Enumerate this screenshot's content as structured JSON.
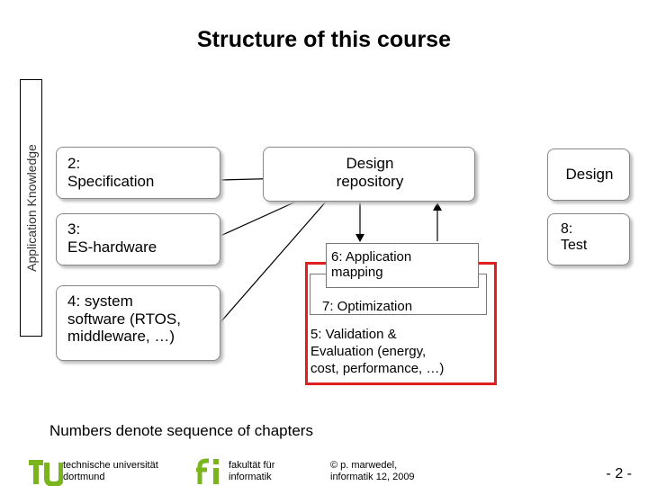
{
  "title": "Structure of this course",
  "sidebar_label": "Application Knowledge",
  "boxes": {
    "spec": "2:\nSpecification",
    "hardware": "3:\nES-hardware",
    "system_software": "4: system\nsoftware (RTOS,\nmiddleware, …)",
    "design_repository": "Design\nrepository",
    "design": "Design",
    "test": "8:\nTest",
    "application_mapping": "6: Application\nmapping",
    "optimization": "7: Optimization",
    "validation": "5: Validation &\nEvaluation  (energy,\ncost, performance, …)"
  },
  "note": "Numbers denote sequence of chapters",
  "footer": {
    "university": "technische universität\ndortmund",
    "faculty": "fakultät für\ninformatik",
    "copyright": "© p. marwedel,\ninformatik 12,  2009",
    "page": "- 2 -"
  },
  "colors": {
    "highlight_border": "#e02020",
    "tu_logo": "#7ab51d",
    "box_shadow": "#bdbdbd"
  }
}
